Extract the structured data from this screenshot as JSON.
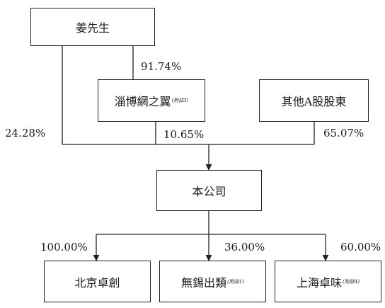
{
  "entities": {
    "mr_jiang": {
      "label": "姜先生"
    },
    "zibo": {
      "label": "淄博網之翼",
      "note": "(附註3)"
    },
    "other_shareholders": {
      "label": "其他A股股東"
    },
    "company": {
      "label": "本公司"
    },
    "beijing_zhuochuang": {
      "label": "北京卓創"
    },
    "wuxi_chulei": {
      "label": "無錫出類",
      "note": "(附註1)"
    },
    "shanghai_zhuowei": {
      "label": "上海卓味",
      "note": "(附註4)"
    }
  },
  "percentages": {
    "jiang_to_zibo": "91.74%",
    "jiang_to_company": "24.28%",
    "zibo_to_company": "10.65%",
    "others_to_company": "65.07%",
    "company_to_beijing": "100.00%",
    "company_to_wuxi": "36.00%",
    "company_to_shanghai": "60.00%"
  },
  "colors": {
    "line": "#222222",
    "text": "#1a1a1a",
    "background": "#ffffff"
  }
}
